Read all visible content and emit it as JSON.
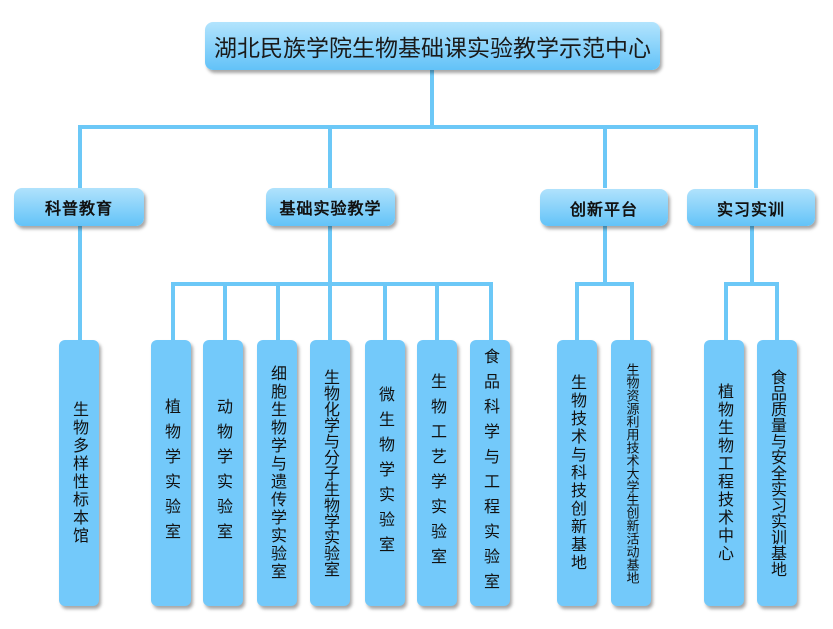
{
  "title": "湖北民族学院生物基础课实验教学示范中心",
  "colors": {
    "connector": "#6cc8f7",
    "box": "#73c9fa"
  },
  "categories": [
    {
      "label": "科普教育",
      "children": [
        "生物多样性标本馆"
      ]
    },
    {
      "label": "基础实验教学",
      "children": [
        "植物学实验室",
        "动物学实验室",
        "细胞生物学与遗传学实验室",
        "生物化学与分子生物学实验室",
        "微生物学实验室",
        "生物工艺学实验室",
        "食品科学与工程实验室"
      ]
    },
    {
      "label": "创新平台",
      "children": [
        "生物技术与科技创新基地",
        "生物资源利用技术大学生创新活动基地"
      ]
    },
    {
      "label": "实习实训",
      "children": [
        "植物生物工程技术中心",
        "食品质量与安全实习实训基地"
      ]
    }
  ]
}
